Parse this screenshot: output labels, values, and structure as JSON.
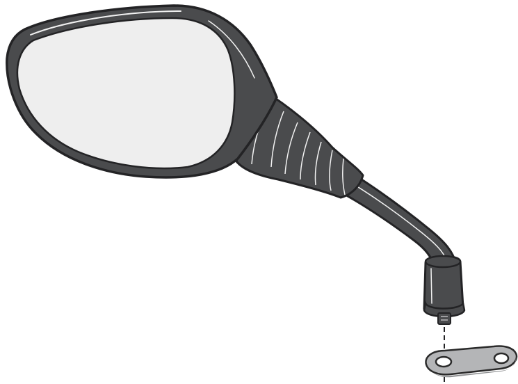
{
  "figure": {
    "subject": "motorcycle-mirror-with-mounting-bracket",
    "colors": {
      "housing": "#4a4b4d",
      "housing_outline": "#232325",
      "highlight": "#f2f2f2",
      "glass": "#eeeeee",
      "bracket": "#b4b5b7",
      "bracket_outline": "#2a2a2a",
      "background": "#ffffff"
    },
    "parts": [
      "mirror-housing",
      "mirror-glass",
      "rubber-boot",
      "mirror-stem",
      "mounting-sleeve",
      "threaded-bolt",
      "mounting-bracket",
      "alignment-line"
    ]
  }
}
